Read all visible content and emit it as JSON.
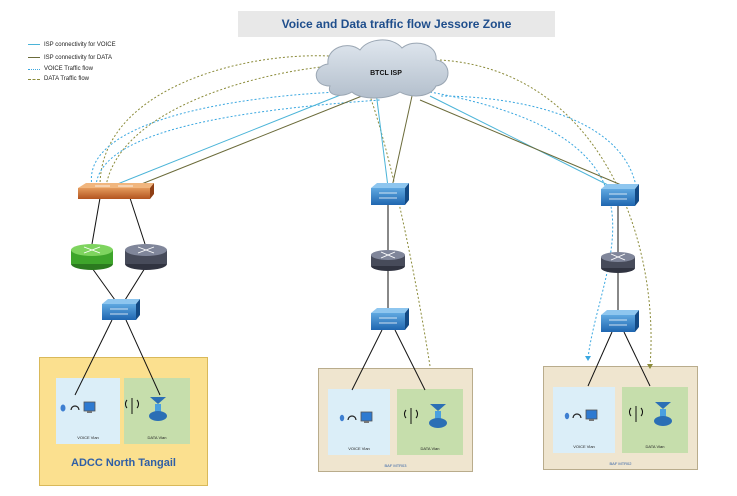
{
  "title": "Voice and Data traffic flow Jessore Zone",
  "legend": {
    "isp_voice": "ISP connectivity for VOICE",
    "isp_data": "ISP connectivity for DATA",
    "voice_flow": "VOICE Traffic flow",
    "data_flow": "DATA Traffic flow"
  },
  "cloud_label": "BTCL ISP",
  "sites": {
    "main": {
      "name": "ADCC North Tangail",
      "voice_label": "VOICE Vlan",
      "data_label": "DATA Vlan"
    },
    "b": {
      "name": "BAF MTR03",
      "voice_label": "VOICE Vlan",
      "data_label": "DATA Vlan"
    },
    "c": {
      "name": "BAF MTR02",
      "voice_label": "VOICE Vlan",
      "data_label": "DATA Vlan"
    }
  },
  "colors": {
    "voice": "#4bb4d8",
    "data": "#6b6b3a",
    "voice_flow": "#3aa7e0",
    "data_flow": "#8b8b3a"
  }
}
